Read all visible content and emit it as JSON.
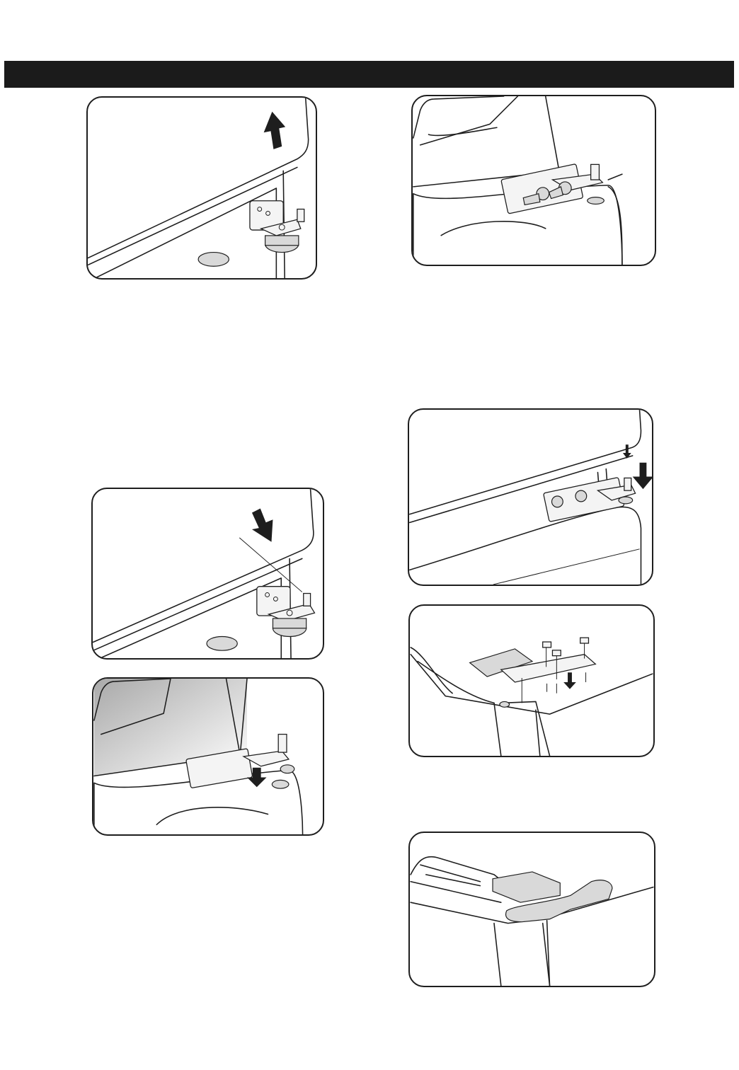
{
  "page": {
    "header_bar_color": "#1b1b1b",
    "background": "#ffffff"
  },
  "illustrations": [
    {
      "id": "fig-door-lift-up",
      "arrow": "up-arrow-icon",
      "depicts": "lower-hinge-with-leveling-foot"
    },
    {
      "id": "fig-upper-hinge-bolts",
      "arrow": "none",
      "depicts": "hinge-bracket-with-bolts-and-screw"
    },
    {
      "id": "fig-door-lower-down",
      "arrow": "down-arrow-icon",
      "depicts": "lower-hinge-with-leveling-foot"
    },
    {
      "id": "fig-hinge-pin-down",
      "arrow": "down-arrow-icon",
      "depicts": "hinge-bracket-and-washer"
    },
    {
      "id": "fig-door-onto-pin",
      "arrow": "down-arrow-icon",
      "depicts": "hinge-bracket-installed"
    },
    {
      "id": "fig-top-hinge-screws",
      "arrow": "down-arrow-icon",
      "depicts": "top-hinge-with-three-screws"
    },
    {
      "id": "fig-hinge-cover-installed",
      "arrow": "none",
      "depicts": "top-hinge-cover"
    }
  ]
}
